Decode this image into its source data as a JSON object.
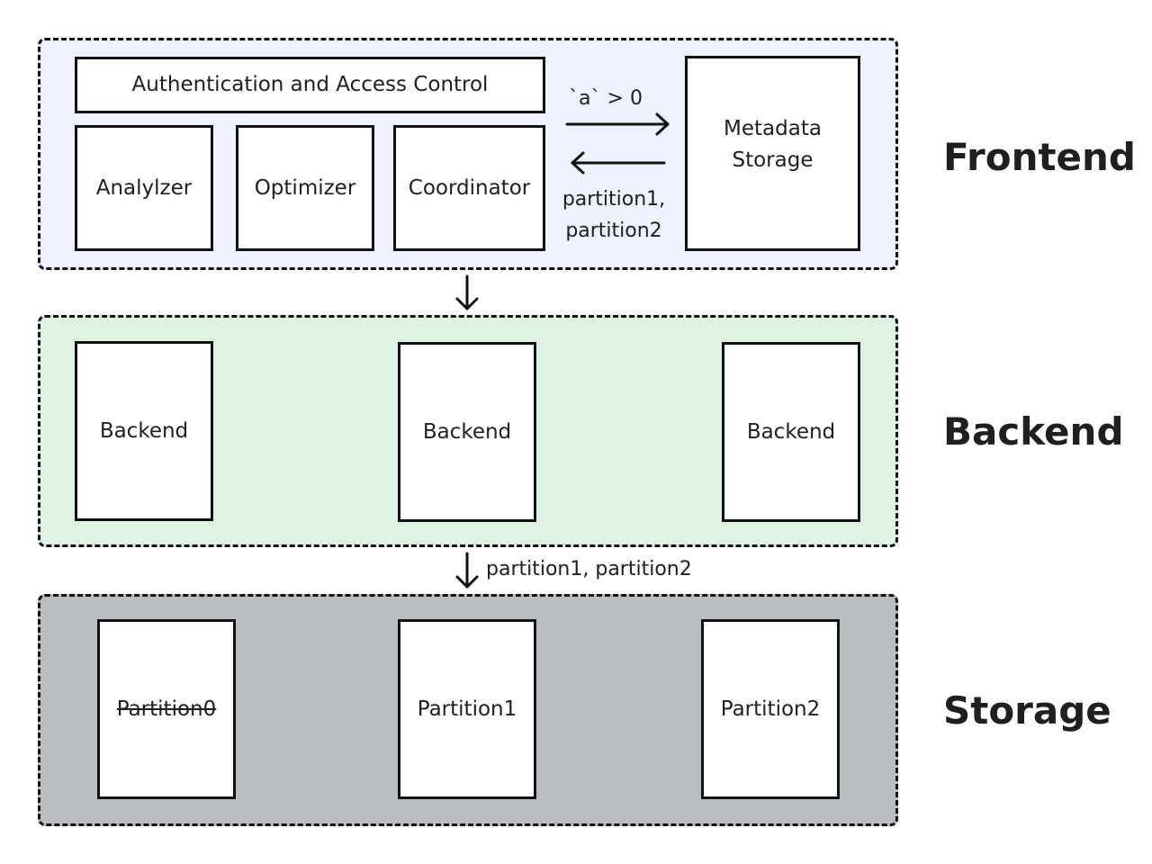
{
  "frontend": {
    "label": "Frontend",
    "auth_box": "Authentication and Access Control",
    "analyzer_box": "Analylzer",
    "optimizer_box": "Optimizer",
    "coordinator_box": "Coordinator",
    "metadata_box": "Metadata\nStorage",
    "request_label": "`a` > 0",
    "response_label": "partition1,\npartition2"
  },
  "backend": {
    "label": "Backend",
    "nodes": [
      "Backend",
      "Backend",
      "Backend"
    ]
  },
  "storage_arrow_label": "partition1, partition2",
  "storage": {
    "label": "Storage",
    "partitions": [
      "Partition0",
      "Partition1",
      "Partition2"
    ]
  }
}
